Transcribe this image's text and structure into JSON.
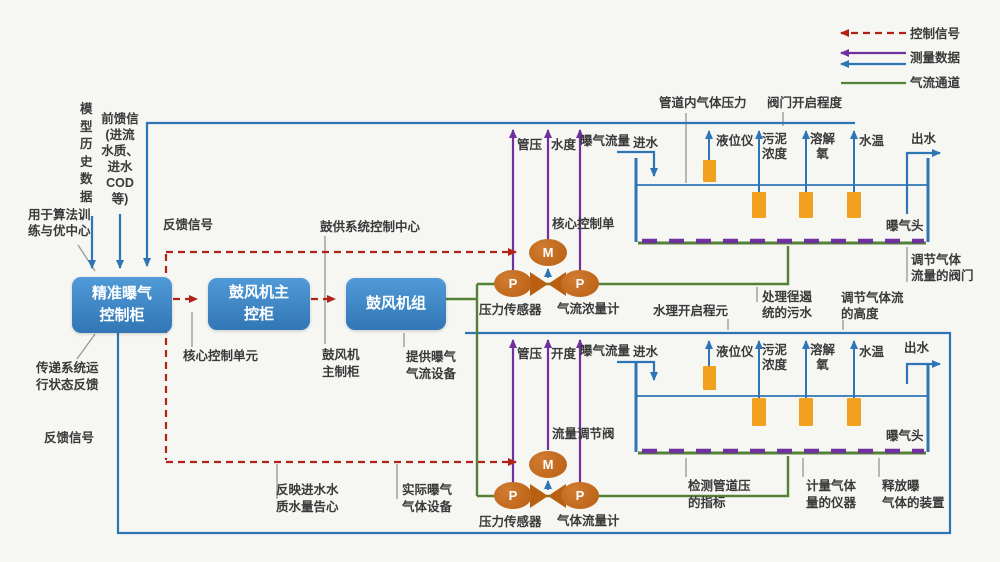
{
  "legend": {
    "items": [
      {
        "name": "control-signal",
        "label": "控制信号"
      },
      {
        "name": "measurement-data",
        "label": "测量数据"
      },
      {
        "name": "airflow-channel",
        "label": "气流通道"
      }
    ]
  },
  "colors": {
    "control_signal_red": "#b02418",
    "measurement_purple": "#7030a0",
    "measurement_blue": "#2e75b6",
    "airflow_green": "#538135",
    "cabinet_blue": "#3d88c8",
    "sensor_orange": "#f2a11f",
    "device_brown": "#b95f12"
  },
  "inputs": {
    "model_history": "模\n型\n历\n史\n数\n据",
    "feedforward": "前馈信\n(进流\n水质、\n进水\nCOD\n等)",
    "algorithm_note": "用于算法训\n练与优中心",
    "system_status_note": "传递系统运\n行状态反馈",
    "feedback_signal_top": "反馈信号",
    "feedback_signal_bottom": "反馈信号"
  },
  "cabinets": {
    "precise_aeration": "精准曝气\n控制柜",
    "blower_main": "鼓风机主\n控柜",
    "blower_unit": "鼓风机组",
    "core_control_unit_note": "核心控制单元",
    "blower_system_center_note": "鼓供系统控制中心",
    "blower_main_cabinet_note": "鼓风机\n主制柜",
    "provide_aeration_note": "提供曝气\n气流设备"
  },
  "pipelines": {
    "top": {
      "pressure_sensor": "压力传感器",
      "flow_meter": "气流浓量计",
      "p_label": "P",
      "m_label": "M",
      "core_control_note": "核心控制单",
      "tag_pipe_pressure": "管压",
      "tag_water_level": "水度",
      "tag_aeration_flow": "曝气流量"
    },
    "bottom": {
      "pressure_sensor": "压力传感器",
      "flow_meter": "气体流量计",
      "p_label": "P",
      "m_label": "M",
      "flow_valve_note": "流量调节阀",
      "tag_pipe_pressure": "管压",
      "tag_opening": "开度",
      "tag_aeration_flow": "曝气流量"
    }
  },
  "tanks": {
    "top": {
      "inlet": "进水",
      "outlet": "出水",
      "level_meter": "液位仪",
      "sludge": "污泥\n浓度",
      "dissolved_oxygen": "溶解\n氧",
      "water_temp": "水温",
      "aerator": "曝气头",
      "pipe_gas_pressure_note": "管道内气体压力",
      "valve_opening_note": "阀门开启程度",
      "adjust_valve_note": "调节气体\n流量的阀门"
    },
    "bottom": {
      "inlet": "进水",
      "outlet": "出水",
      "level_meter": "液位仪",
      "sludge": "污泥\n浓度",
      "dissolved_oxygen": "溶解\n氧",
      "water_temp": "水温",
      "aerator": "曝气头",
      "treat_sewage_note": "处理徎遏\n统的污水",
      "gas_height_note": "调节气体流\n的高度",
      "opening_note": "水理开启程元"
    }
  },
  "bottom_notes": {
    "influent_quality": "反映进水水\n质水量告心",
    "actual_equipment": "实际曝气\n气体设备",
    "detect_pressure": "检测管道压\n的指标",
    "meter_gas": "计量气体\n量的仪器",
    "release_device": "释放曝\n气体的装置"
  }
}
